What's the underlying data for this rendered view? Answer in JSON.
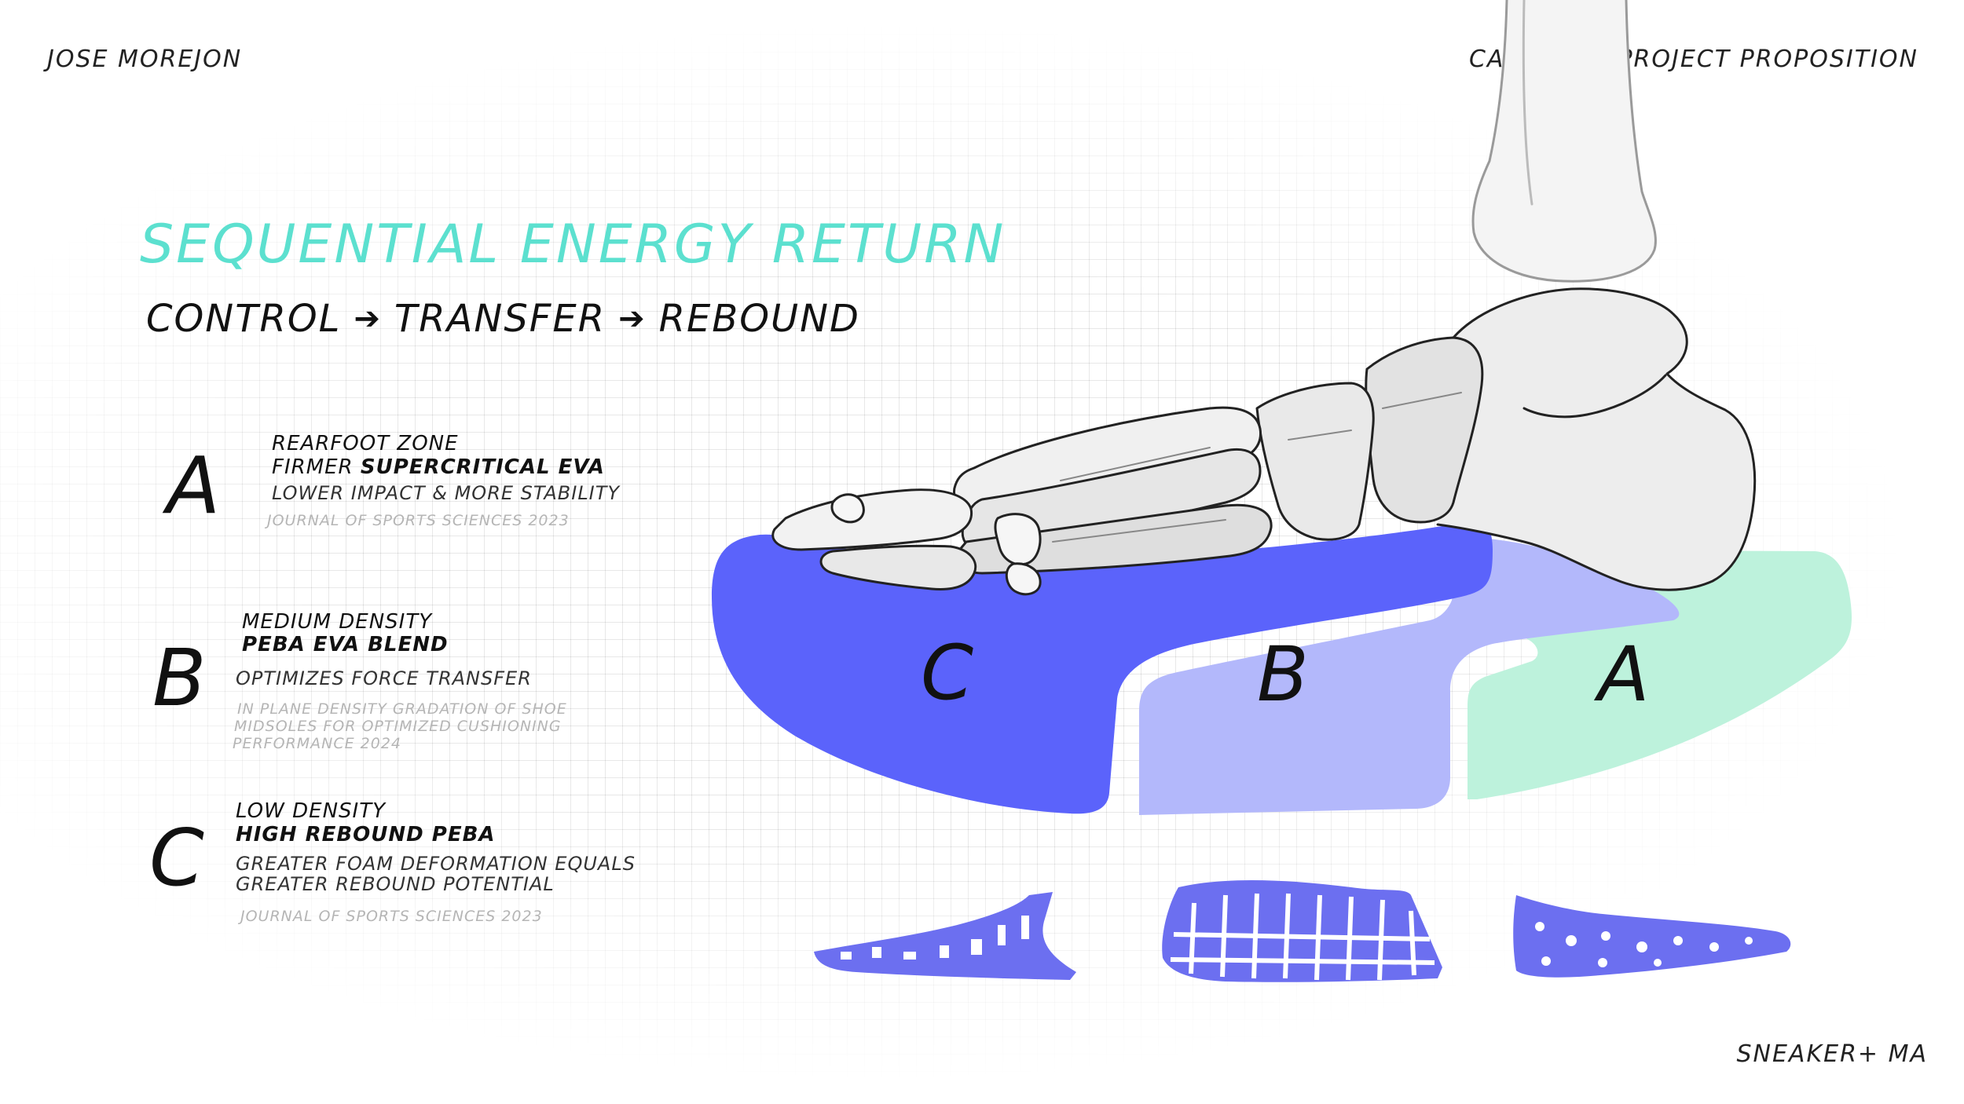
{
  "header": {
    "author": "JOSE MOREJON",
    "project": "CAPSTONE PROJECT PROPOSITION",
    "brand": "SNEAKER+ MA"
  },
  "title": "SEQUENTIAL ENERGY RETURN",
  "subtitle": {
    "step1": "CONTROL",
    "step2": "TRANSFER",
    "step3": "REBOUND",
    "arrow": "➔"
  },
  "zones": {
    "a": {
      "letter": "A",
      "line1": "REARFOOT ZONE",
      "line2_prefix": "FIRMER ",
      "line2_bold": "SUPERCRITICAL EVA",
      "desc": "LOWER IMPACT & MORE STABILITY",
      "cite": "JOURNAL OF SPORTS SCIENCES 2023"
    },
    "b": {
      "letter": "B",
      "line1": "MEDIUM DENSITY",
      "line2_bold": "PEBA EVA BLEND",
      "desc": "OPTIMIZES FORCE TRANSFER",
      "cite1": "IN PLANE DENSITY GRADATION OF SHOE",
      "cite2": "MIDSOLES FOR OPTIMIZED CUSHIONING",
      "cite3": "PERFORMANCE 2024"
    },
    "c": {
      "letter": "C",
      "line1": "LOW DENSITY",
      "line2_bold": "HIGH  REBOUND PEBA",
      "desc1": "GREATER FOAM DEFORMATION EQUALS",
      "desc2": "GREATER REBOUND POTENTIAL",
      "cite": "JOURNAL OF SPORTS SCIENCES 2023"
    }
  },
  "midsole_labels": {
    "c": "C",
    "b": "B",
    "a": "A"
  },
  "colors": {
    "title": "#5ce0cf",
    "zone_c": "#5b63fb",
    "zone_b": "#b3b8fb",
    "zone_a": "#bdf2dc",
    "lattice": "#6c6ff0"
  }
}
